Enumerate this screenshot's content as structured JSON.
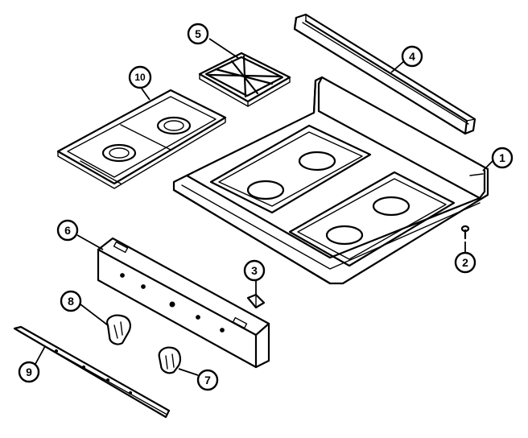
{
  "callouts": [
    {
      "id": "1",
      "part": "cooktop"
    },
    {
      "id": "2",
      "part": "screw"
    },
    {
      "id": "3",
      "part": "clip"
    },
    {
      "id": "4",
      "part": "vent-trim"
    },
    {
      "id": "5",
      "part": "grate"
    },
    {
      "id": "6",
      "part": "control-panel"
    },
    {
      "id": "7",
      "part": "knob"
    },
    {
      "id": "8",
      "part": "knob"
    },
    {
      "id": "9",
      "part": "trim-strip"
    },
    {
      "id": "10",
      "part": "burner-pan"
    }
  ]
}
